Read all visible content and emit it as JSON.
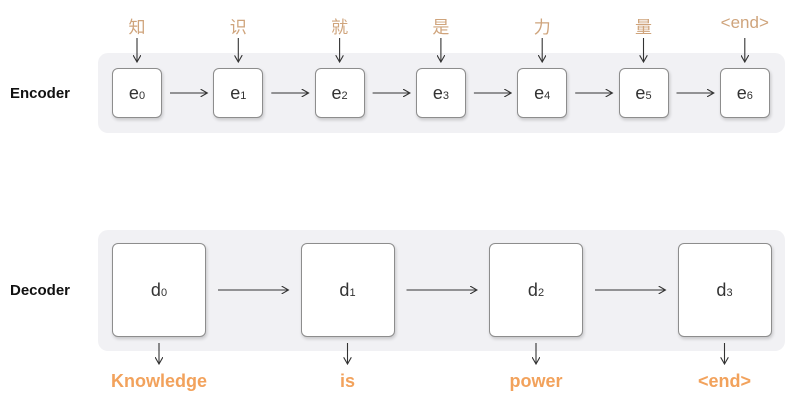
{
  "encoder": {
    "label": "Encoder",
    "input_tokens": [
      "知",
      "识",
      "就",
      "是",
      "力",
      "量",
      "<end>"
    ],
    "nodes": [
      {
        "base": "e",
        "sub": "0"
      },
      {
        "base": "e",
        "sub": "1"
      },
      {
        "base": "e",
        "sub": "2"
      },
      {
        "base": "e",
        "sub": "3"
      },
      {
        "base": "e",
        "sub": "4"
      },
      {
        "base": "e",
        "sub": "5"
      },
      {
        "base": "e",
        "sub": "6"
      }
    ]
  },
  "decoder": {
    "label": "Decoder",
    "nodes": [
      {
        "base": "d",
        "sub": "0"
      },
      {
        "base": "d",
        "sub": "1"
      },
      {
        "base": "d",
        "sub": "2"
      },
      {
        "base": "d",
        "sub": "3"
      }
    ],
    "output_tokens": [
      "Knowledge",
      "is",
      "power",
      "<end>"
    ]
  },
  "colors": {
    "panel": "#f1f1f4",
    "encoder_token": "#cfa47c",
    "decoder_token": "#f2a25c",
    "arrow": "#333333"
  }
}
